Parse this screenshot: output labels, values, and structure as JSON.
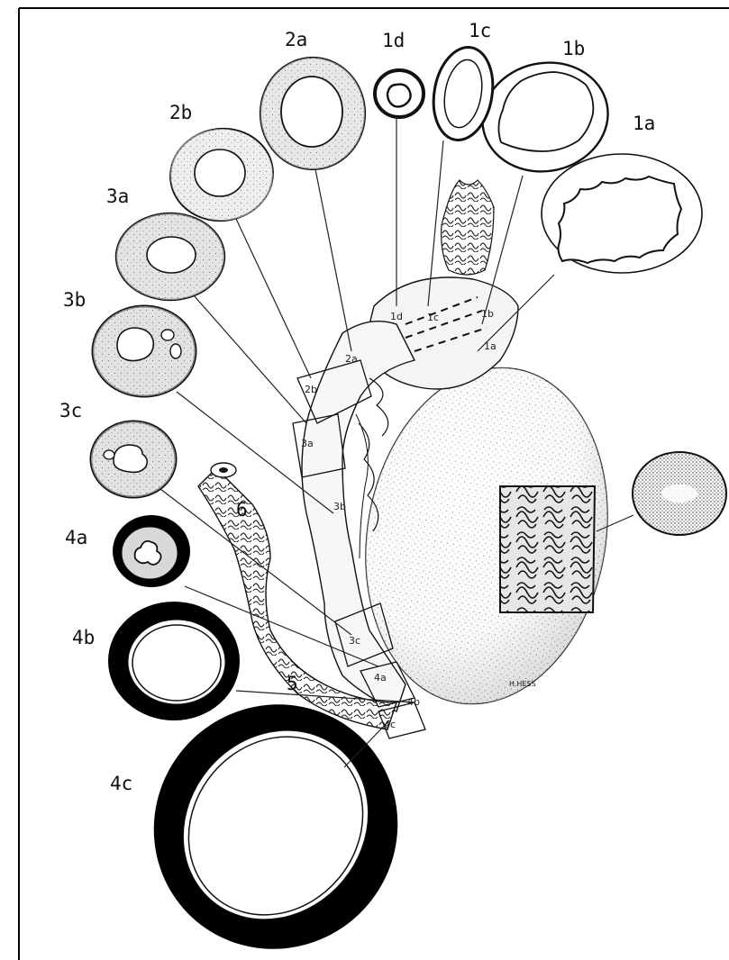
{
  "figure": {
    "labels": {
      "l1a": "1a",
      "l1b": "1b",
      "l1c": "1c",
      "l1d": "1d",
      "l2a": "2a",
      "l2b": "2b",
      "l3a": "3a",
      "l3b": "3b",
      "l3c": "3c",
      "l4a": "4a",
      "l4b": "4b",
      "l4c": "4c",
      "l5": "5",
      "l6": "6"
    },
    "segment_labels": {
      "s1a": "1a",
      "s1b": "1b",
      "s1c": "1c",
      "s1d": "1d",
      "s2a": "2a",
      "s2b": "2b",
      "s3a": "3a",
      "s3b": "3b",
      "s3c": "3c",
      "s4a": "4a",
      "s4b": "4b",
      "s4c": "4c"
    },
    "signature": "H.HESS"
  }
}
